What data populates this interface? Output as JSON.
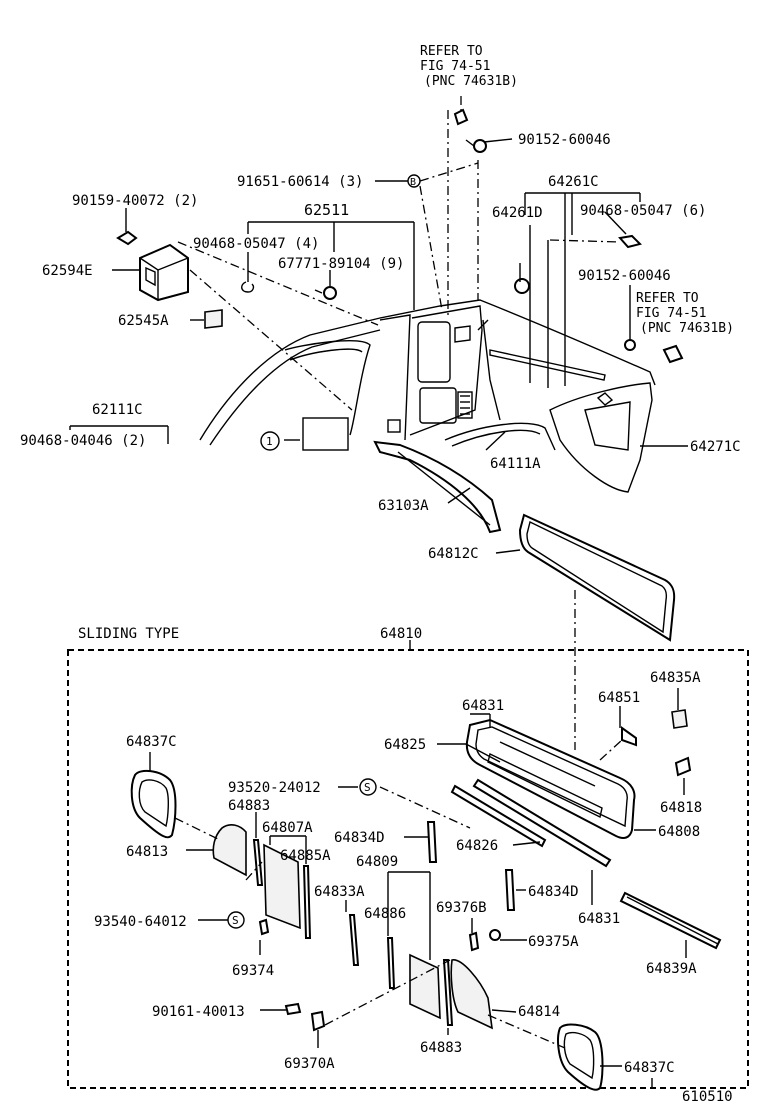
{
  "refer_top": {
    "line1": "REFER TO",
    "line2": "FIG 74-51",
    "line3": "(PNC 74631B)"
  },
  "refer_right": {
    "line1": "REFER TO",
    "line2": "FIG 74-51",
    "line3": "(PNC 74631B)"
  },
  "labels": {
    "p90152_top": "90152-60046",
    "p91651": "91651-60614 (3)",
    "p64261C": "64261C",
    "p90159": "90159-40072 (2)",
    "p62511": "62511",
    "p64261D": "64261D",
    "p90468_r": "90468-05047 (6)",
    "p90468_l": "90468-05047 (4)",
    "p62594E": "62594E",
    "p67771": "67771-89104 (9)",
    "p90152_r": "90152-60046",
    "p62545A": "62545A",
    "p62111C": "62111C",
    "p90468_04046": "90468-04046 (2)",
    "p64111A": "64111A",
    "p64271C": "64271C",
    "p63103A": "63103A",
    "p64812C": "64812C",
    "sliding_type": "SLIDING TYPE",
    "p64810": "64810",
    "p64835A": "64835A",
    "p64831_top": "64831",
    "p64851": "64851",
    "p64825": "64825",
    "p64837C_top": "64837C",
    "p93520": "93520-24012",
    "p64818": "64818",
    "p64883_top": "64883",
    "p64807A": "64807A",
    "p64834D_top": "64834D",
    "p64808": "64808",
    "p64813": "64813",
    "p64885A": "64885A",
    "p64809": "64809",
    "p64826": "64826",
    "p64833A": "64833A",
    "p64834D_bot": "64834D",
    "p69376B": "69376B",
    "p64886": "64886",
    "p64831_bot": "64831",
    "p93540": "93540-64012",
    "p69375A": "69375A",
    "p69374": "69374",
    "p64839A": "64839A",
    "p90161": "90161-40013",
    "p64814": "64814",
    "p64883_bot": "64883",
    "p64837C_bot": "64837C",
    "p69370A": "69370A",
    "p610510": "610510"
  },
  "markers": {
    "B": "B",
    "S1": "S",
    "S2": "S",
    "one": "1"
  }
}
